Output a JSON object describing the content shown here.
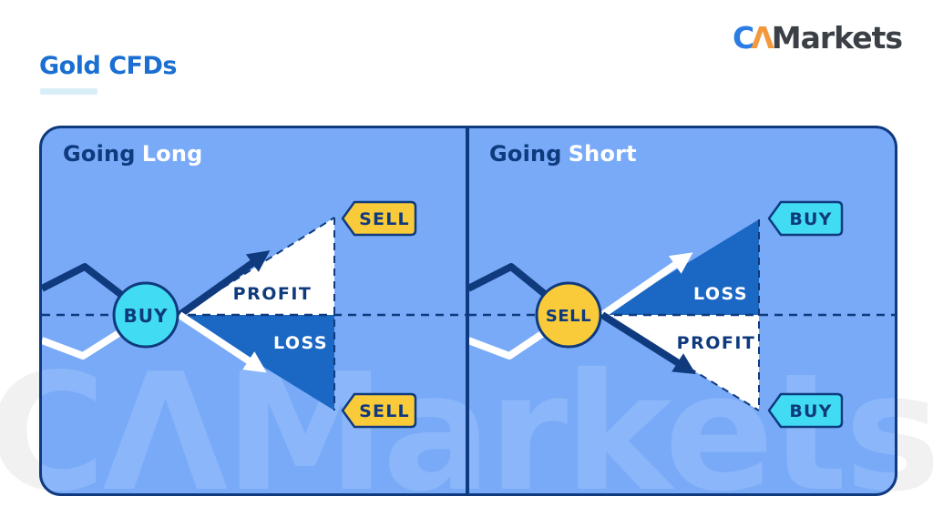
{
  "header": {
    "title": "Gold CFDs",
    "logo": {
      "c": "C",
      "mark": "Λ",
      "name": "Markets"
    }
  },
  "watermark": {
    "text": "CΛMarkets"
  },
  "colors": {
    "navy": "#0f3a7d",
    "panel_blue": "#78aaf8",
    "loss_blue": "#1b67c4",
    "profit_white": "#ffffff",
    "buy_cyan": "#41dcf3",
    "sell_yellow": "#f9cb3a",
    "title_blue": "#1b6fd2",
    "logo_orange": "#f2993e",
    "underline_cyan": "#d9eef8"
  },
  "panels": {
    "long": {
      "heading_prefix": "Going",
      "heading_word": "Long",
      "entry_label": "BUY",
      "upper_zone_label": "PROFIT",
      "lower_zone_label": "LOSS",
      "top_tag_label": "SELL",
      "bottom_tag_label": "SELL"
    },
    "short": {
      "heading_prefix": "Going",
      "heading_word": "Short",
      "entry_label": "SELL",
      "upper_zone_label": "LOSS",
      "lower_zone_label": "PROFIT",
      "top_tag_label": "BUY",
      "bottom_tag_label": "BUY"
    }
  }
}
